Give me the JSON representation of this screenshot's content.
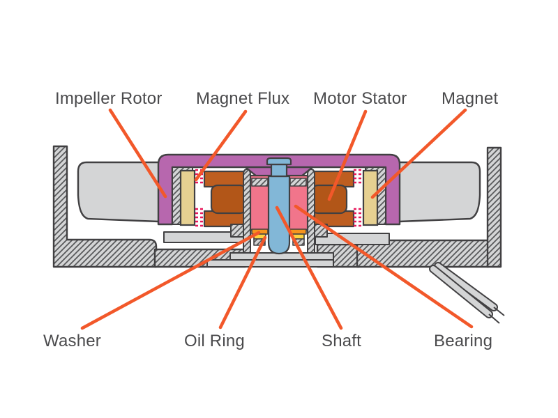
{
  "figure": {
    "type": "technical-diagram",
    "subject": "Cooling fan motor cross-section with labeled parts"
  },
  "labels": {
    "top": [
      {
        "text": "Impeller Rotor"
      },
      {
        "text": "Magnet Flux"
      },
      {
        "text": "Motor Stator"
      },
      {
        "text": "Magnet"
      }
    ],
    "bottom": [
      {
        "text": "Washer"
      },
      {
        "text": "Oil Ring"
      },
      {
        "text": "Shaft"
      },
      {
        "text": "Bearing"
      }
    ]
  },
  "colors": {
    "leader_line": "#F2582A",
    "label_text": "#4A4A4C",
    "outline": "#414042",
    "rotor_cup": "#B767AE",
    "magnet": "#E6D091",
    "stator_coil": "#BE5E20",
    "bearing_sleeve": "#F1758B",
    "shaft": "#82B7D7",
    "magnet_flux": "#E8175B",
    "washer": "#F7941D",
    "oil_ring": "#FFD23F",
    "metal_gray": "#D4D5D6"
  }
}
